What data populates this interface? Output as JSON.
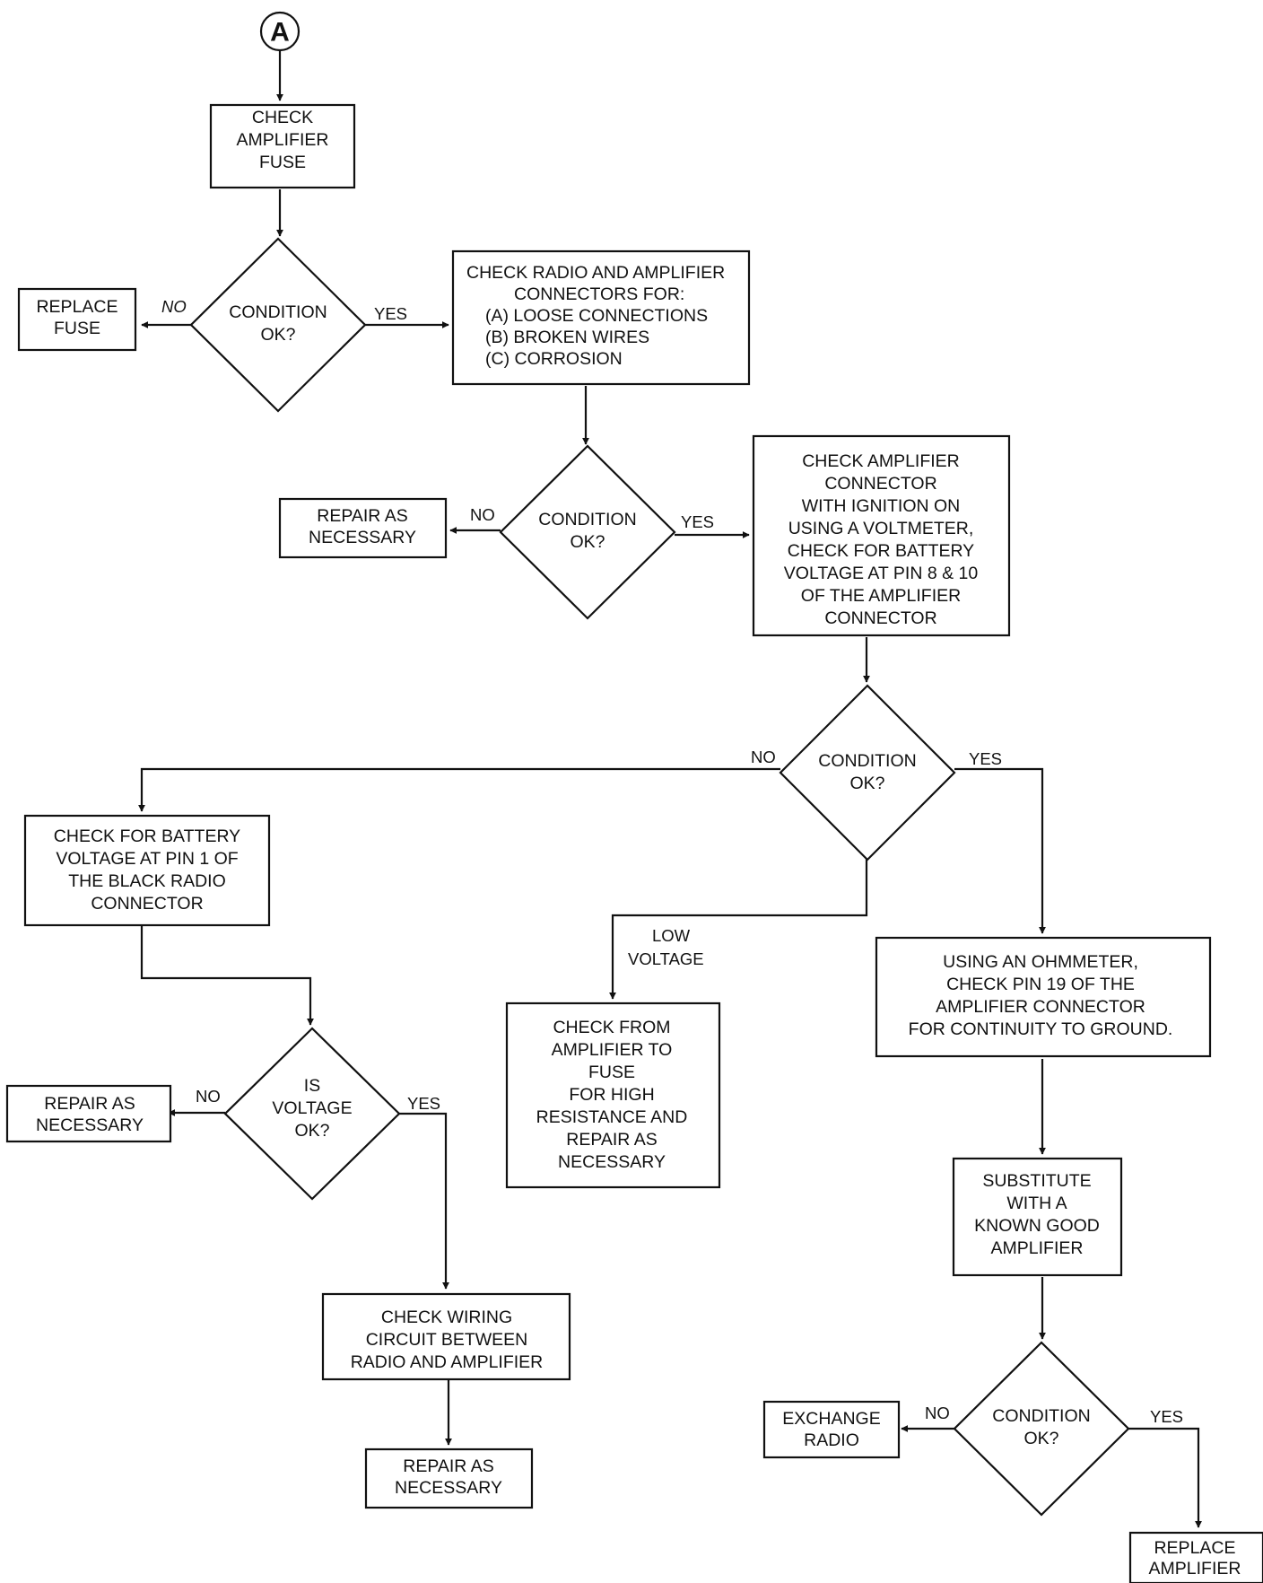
{
  "start": {
    "label": "A"
  },
  "nodes": {
    "check_amp_fuse": [
      "CHECK",
      "AMPLIFIER",
      "FUSE"
    ],
    "cond1": [
      "CONDITION",
      "OK?"
    ],
    "replace_fuse": [
      "REPLACE",
      "FUSE"
    ],
    "check_connectors": [
      "CHECK RADIO AND AMPLIFIER",
      "CONNECTORS FOR:",
      "(A) LOOSE CONNECTIONS",
      "(B) BROKEN WIRES",
      "(C) CORROSION"
    ],
    "cond2": [
      "CONDITION",
      "OK?"
    ],
    "repair1": [
      "REPAIR AS",
      "NECESSARY"
    ],
    "check_amp_connector": [
      "CHECK AMPLIFIER",
      "CONNECTOR",
      "WITH IGNITION ON",
      "USING A VOLTMETER,",
      "CHECK FOR BATTERY",
      "VOLTAGE AT PIN 8 & 10",
      "OF THE AMPLIFIER",
      "CONNECTOR"
    ],
    "cond3": [
      "CONDITION",
      "OK?"
    ],
    "check_pin1": [
      "CHECK FOR BATTERY",
      "VOLTAGE AT PIN 1 OF",
      "THE BLACK RADIO",
      "CONNECTOR"
    ],
    "is_voltage_ok": [
      "IS",
      "VOLTAGE",
      "OK?"
    ],
    "repair2": [
      "REPAIR AS",
      "NECESSARY"
    ],
    "check_wiring": [
      "CHECK WIRING",
      "CIRCUIT BETWEEN",
      "RADIO AND AMPLIFIER"
    ],
    "repair3": [
      "REPAIR AS",
      "NECESSARY"
    ],
    "check_from_amp": [
      "CHECK FROM",
      "AMPLIFIER TO",
      "FUSE",
      "FOR HIGH",
      "RESISTANCE AND",
      "REPAIR AS",
      "NECESSARY"
    ],
    "ohmmeter": [
      "USING AN OHMMETER,",
      "CHECK PIN 19 OF THE",
      "AMPLIFIER CONNECTOR",
      "FOR CONTINUITY TO GROUND."
    ],
    "substitute": [
      "SUBSTITUTE",
      "WITH A",
      "KNOWN GOOD",
      "AMPLIFIER"
    ],
    "cond4": [
      "CONDITION",
      "OK?"
    ],
    "exchange_radio": [
      "EXCHANGE",
      "RADIO"
    ],
    "replace_amp": [
      "REPLACE",
      "AMPLIFIER"
    ]
  },
  "edges": {
    "no": "NO",
    "yes": "YES",
    "low_voltage": [
      "LOW",
      "VOLTAGE"
    ]
  }
}
